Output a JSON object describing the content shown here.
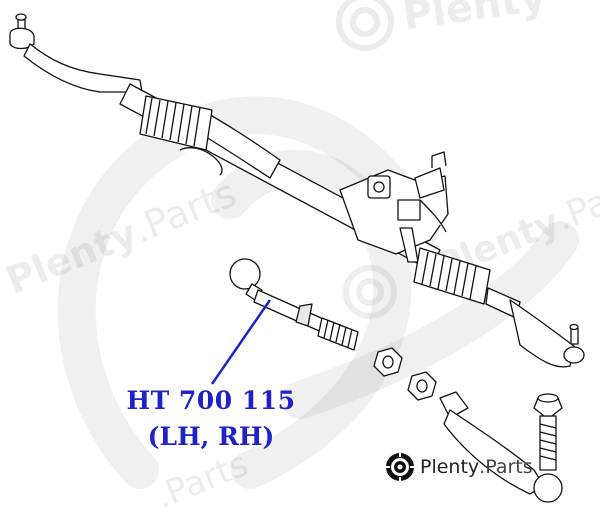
{
  "watermark": {
    "brand": "Plenty",
    "tld": ".Parts"
  },
  "callout": {
    "part_number": "HT 700 115",
    "side": "(LH, RH)",
    "color": "#1f22c8"
  },
  "logo": {
    "name": "Plenty",
    "tld": ".Parts",
    "icon": "gear-disc-icon"
  }
}
